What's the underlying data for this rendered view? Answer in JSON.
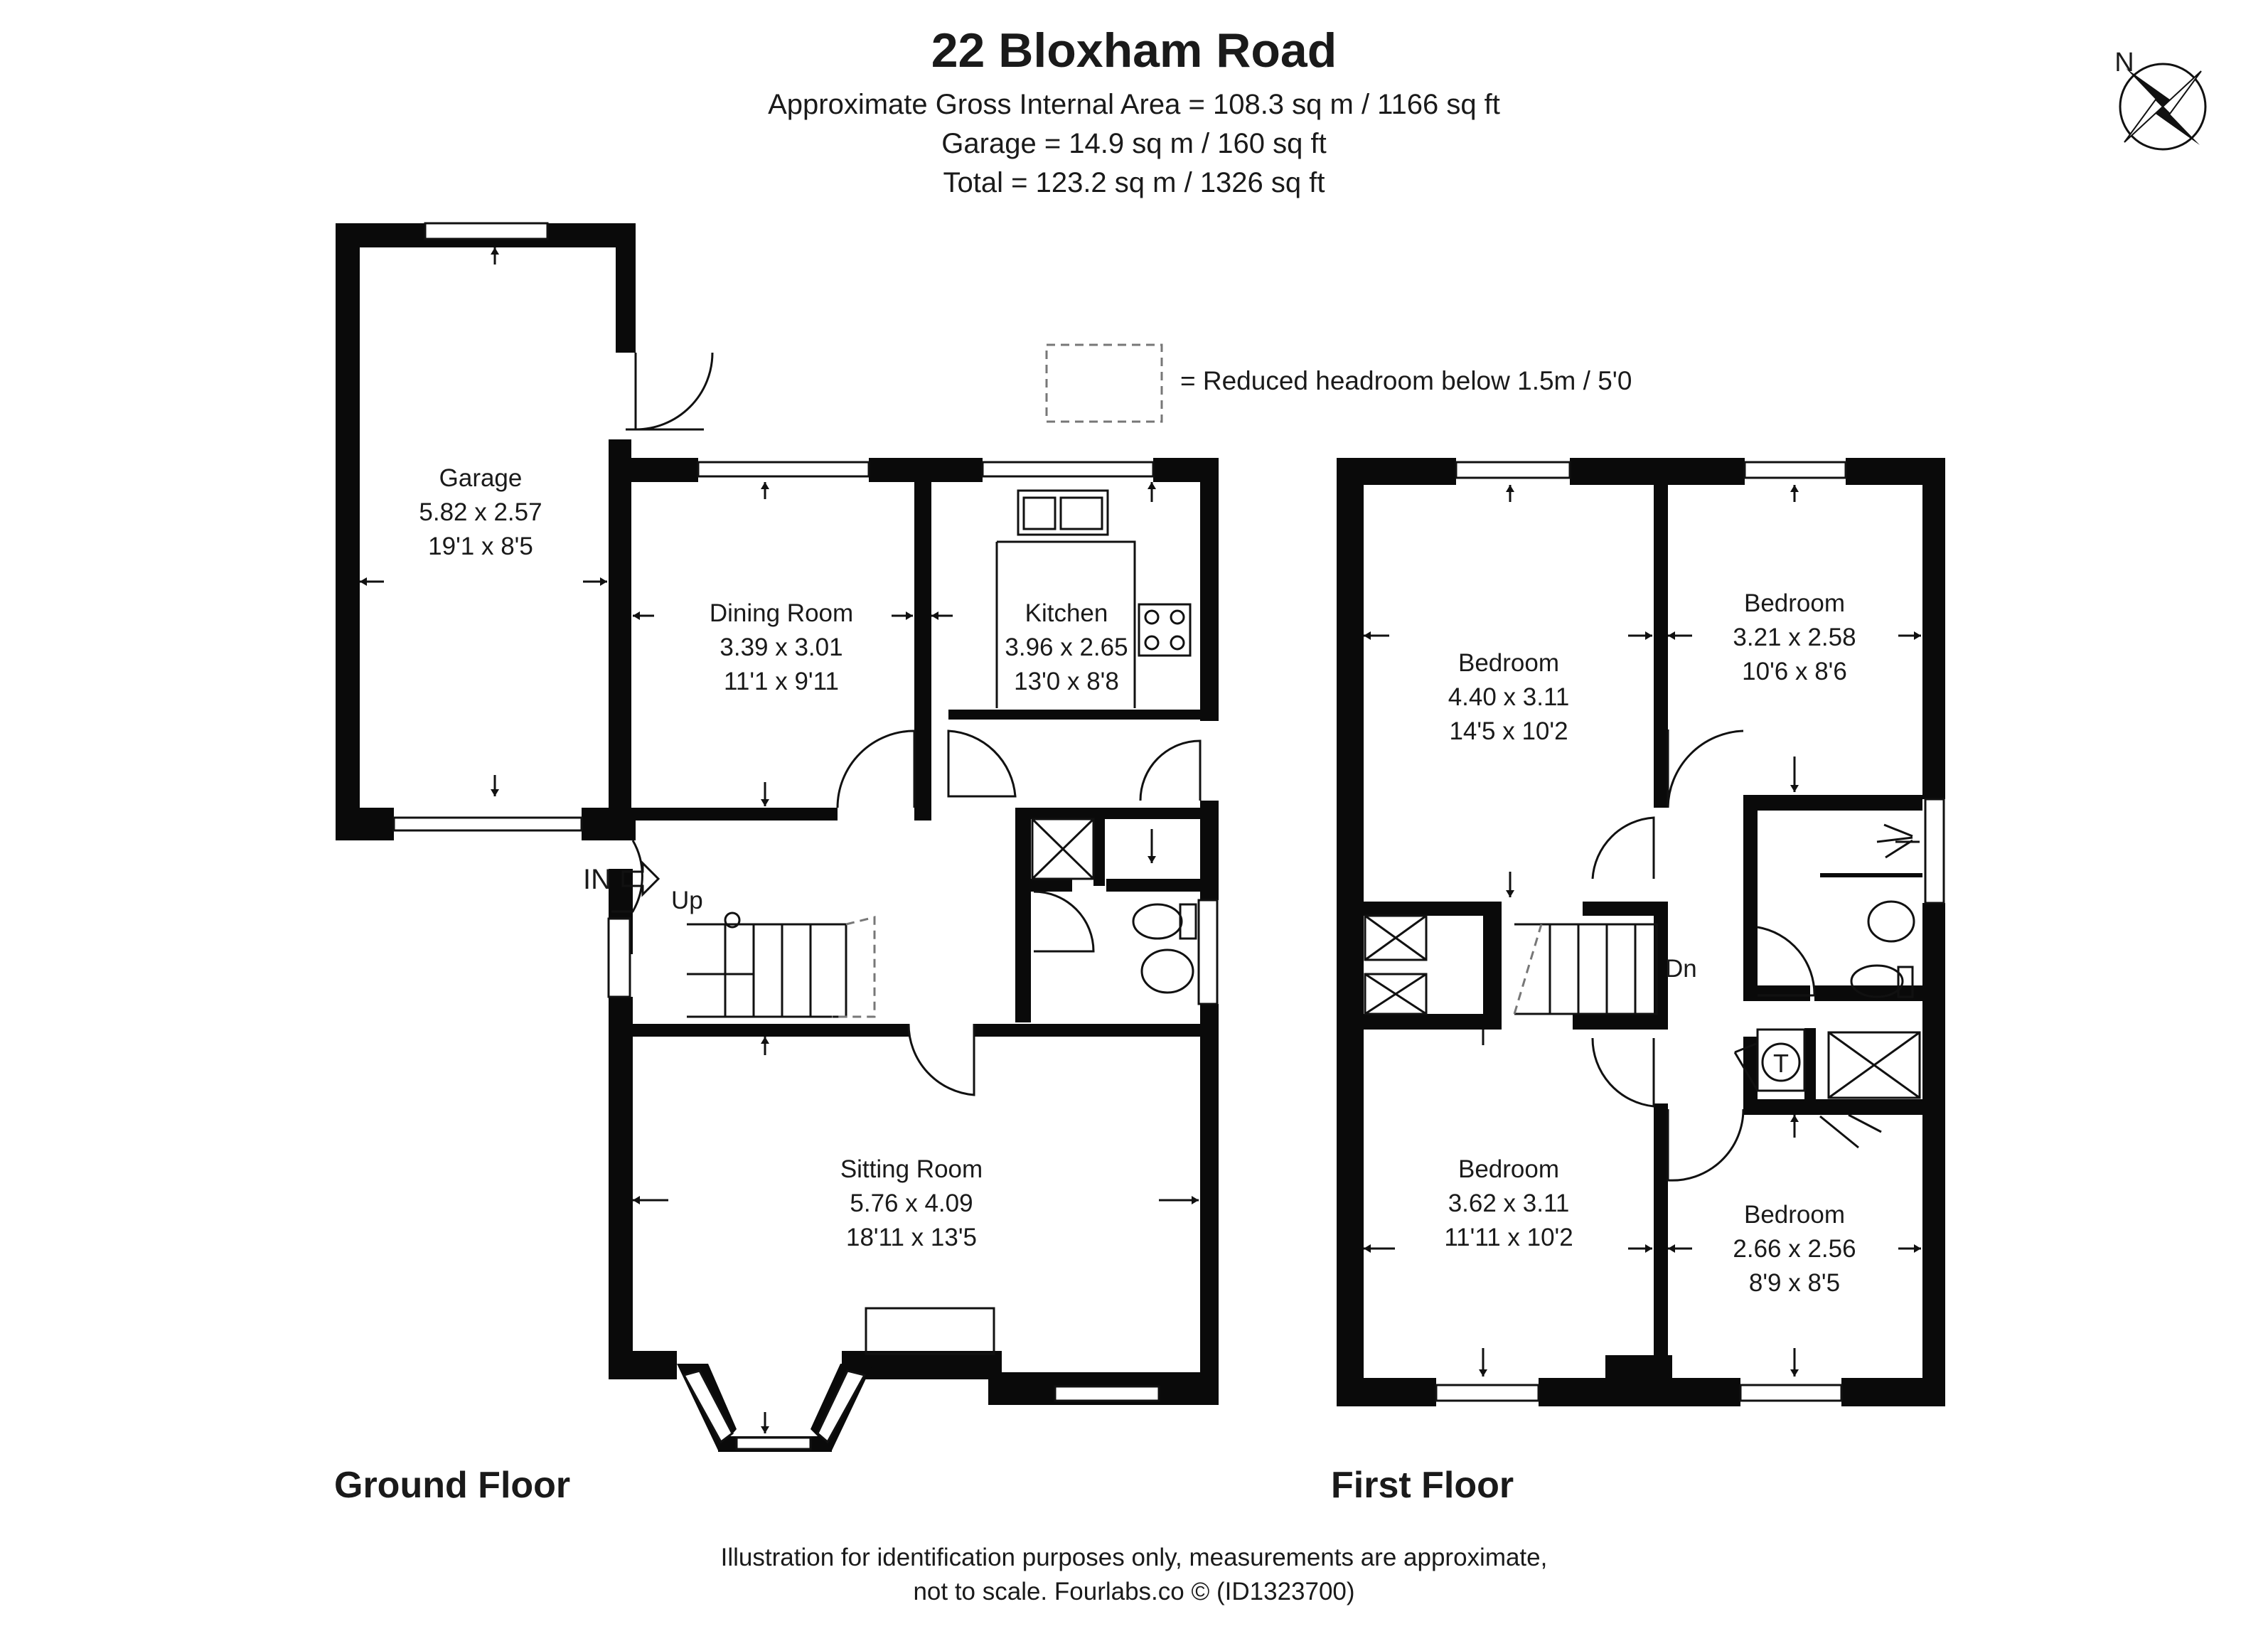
{
  "header": {
    "title": "22 Bloxham Road",
    "area_line": "Approximate Gross Internal Area = 108.3 sq m / 1166 sq ft",
    "garage_line": "Garage = 14.9 sq m / 160 sq ft",
    "total_line": "Total = 123.2 sq m / 1326 sq ft"
  },
  "compass": {
    "label": "N"
  },
  "legend": {
    "text": "= Reduced headroom below 1.5m / 5'0"
  },
  "ground_floor": {
    "label": "Ground Floor",
    "entrance": "IN",
    "stairs": "Up",
    "rooms": [
      {
        "name": "Garage",
        "metric": "5.82 x 2.57",
        "imperial": "19'1 x 8'5"
      },
      {
        "name": "Dining Room",
        "metric": "3.39 x 3.01",
        "imperial": "11'1 x 9'11"
      },
      {
        "name": "Kitchen",
        "metric": "3.96 x 2.65",
        "imperial": "13'0 x 8'8"
      },
      {
        "name": "Sitting Room",
        "metric": "5.76 x 4.09",
        "imperial": "18'11 x 13'5"
      }
    ]
  },
  "first_floor": {
    "label": "First Floor",
    "stairs": "Dn",
    "tank": "T",
    "rooms": [
      {
        "name": "Bedroom",
        "metric": "4.40 x 3.11",
        "imperial": "14'5 x 10'2"
      },
      {
        "name": "Bedroom",
        "metric": "3.21 x 2.58",
        "imperial": "10'6 x 8'6"
      },
      {
        "name": "Bedroom",
        "metric": "3.62 x 3.11",
        "imperial": "11'11 x 10'2"
      },
      {
        "name": "Bedroom",
        "metric": "2.66 x 2.56",
        "imperial": "8'9 x 8'5"
      }
    ]
  },
  "footer": {
    "line1": "Illustration for identification purposes only, measurements are approximate,",
    "line2": "not to scale. Fourlabs.co © (ID1323700)"
  }
}
